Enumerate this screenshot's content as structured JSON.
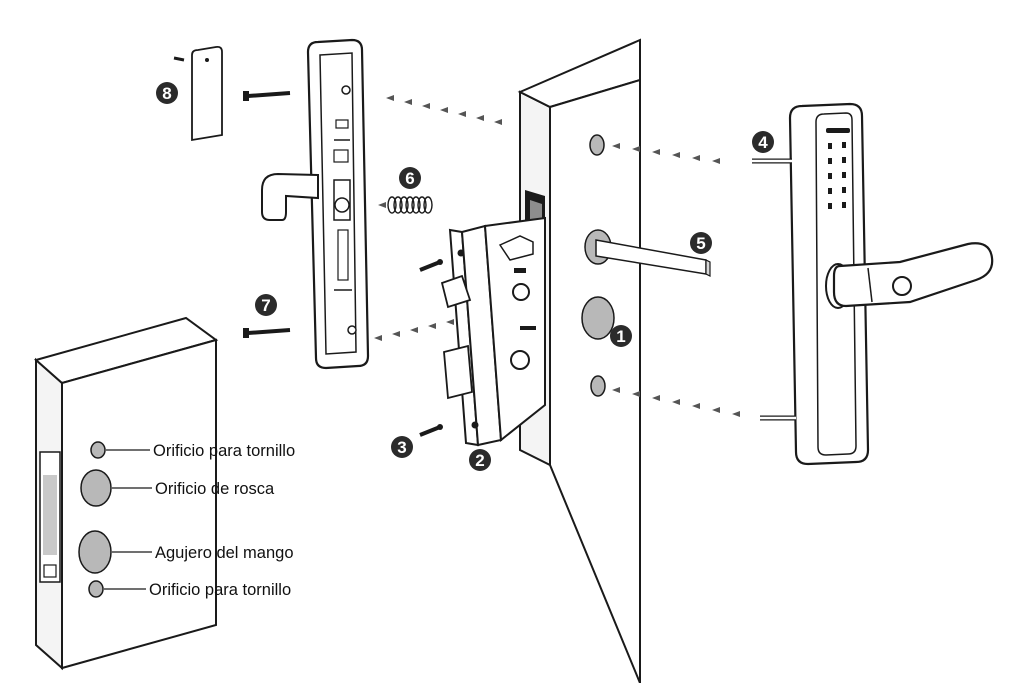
{
  "parts": [
    {
      "number": "1"
    },
    {
      "number": "2"
    },
    {
      "number": "3"
    },
    {
      "number": "4"
    },
    {
      "number": "5"
    },
    {
      "number": "6"
    },
    {
      "number": "7"
    },
    {
      "number": "8"
    }
  ],
  "door_labels": [
    {
      "text": "Orificio para tornillo"
    },
    {
      "text": "Orificio de rosca"
    },
    {
      "text": "Agujero del mango"
    },
    {
      "text": "Orificio para tornillo"
    }
  ],
  "colors": {
    "outline": "#1a1a1a",
    "badge": "#2b2b2b",
    "hole_fill": "#b8b8b8",
    "recess_fill": "#c9c9c9",
    "arrow": "#555555"
  }
}
